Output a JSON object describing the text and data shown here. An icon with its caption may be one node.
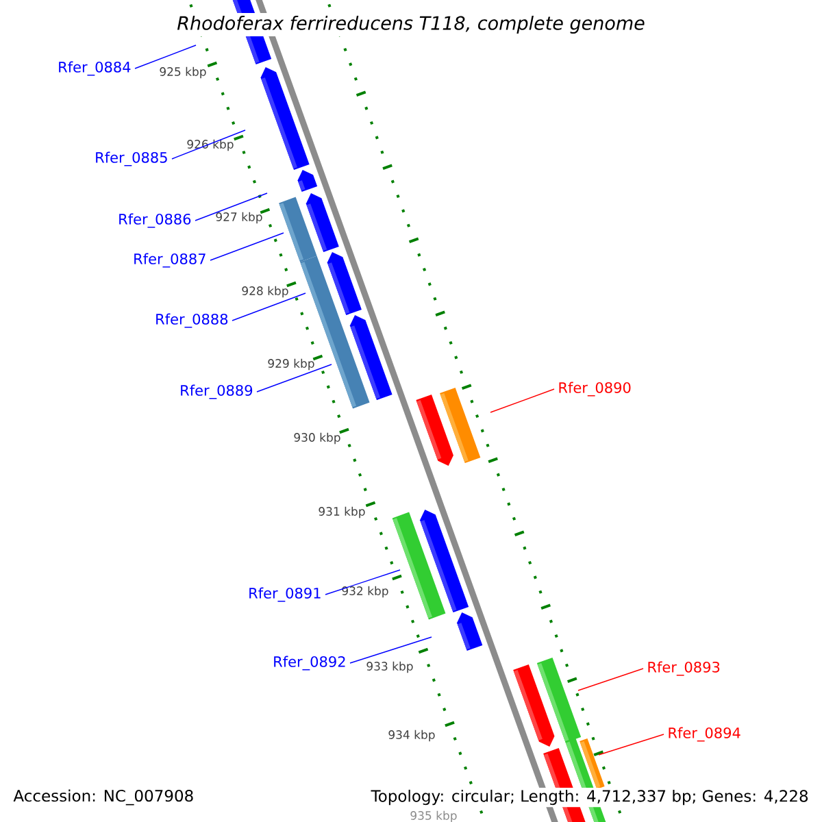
{
  "diagram": {
    "title": "Rhodoferax ferrireducens T118, complete genome",
    "nodes": [
      {
        "text": [
          "Rfer_0884"
        ]
      },
      {
        "text": [
          "Rfer_0885"
        ]
      },
      {
        "text": [
          "Rfer_0886"
        ]
      },
      {
        "text": [
          "Rfer_0887"
        ]
      },
      {
        "text": [
          "Rfer_0888"
        ]
      },
      {
        "text": [
          "Rfer_0889"
        ]
      },
      {
        "text": [
          "Rfer_0890"
        ]
      },
      {
        "text": [
          "Rfer_0891"
        ]
      },
      {
        "text": [
          "Rfer_0892"
        ]
      },
      {
        "text": [
          "Rfer_0893"
        ]
      },
      {
        "text": [
          "Rfer_0894"
        ]
      }
    ],
    "edges": [
      {
        "from": 0,
        "to": null,
        "arrow": "none"
      },
      {
        "from": 1,
        "to": null,
        "arrow": "none"
      },
      {
        "from": 2,
        "to": null,
        "arrow": "none"
      },
      {
        "from": 3,
        "to": null,
        "arrow": "none"
      },
      {
        "from": 4,
        "to": null,
        "arrow": "none"
      },
      {
        "from": 5,
        "to": null,
        "arrow": "none"
      },
      {
        "from": 6,
        "to": null,
        "arrow": "none",
        "color": "#ff0000"
      },
      {
        "from": 7,
        "to": null,
        "arrow": "none"
      },
      {
        "from": 8,
        "to": null,
        "arrow": "none"
      },
      {
        "from": 9,
        "to": null,
        "arrow": "none",
        "color": "#ff0000"
      },
      {
        "from": 10,
        "to": null,
        "arrow": "none",
        "color": "#ff0000"
      }
    ],
    "labels": [
      "925 kbp",
      "926 kbp",
      "927 kbp",
      "928 kbp",
      "929 kbp",
      "930 kbp",
      "931 kbp",
      "932 kbp",
      "933 kbp",
      "934 kbp",
      "935 kbp",
      "Accession: NC_007908",
      "Topology: circular; Length: 4,712,337 bp; Genes: 4,228"
    ]
  }
}
